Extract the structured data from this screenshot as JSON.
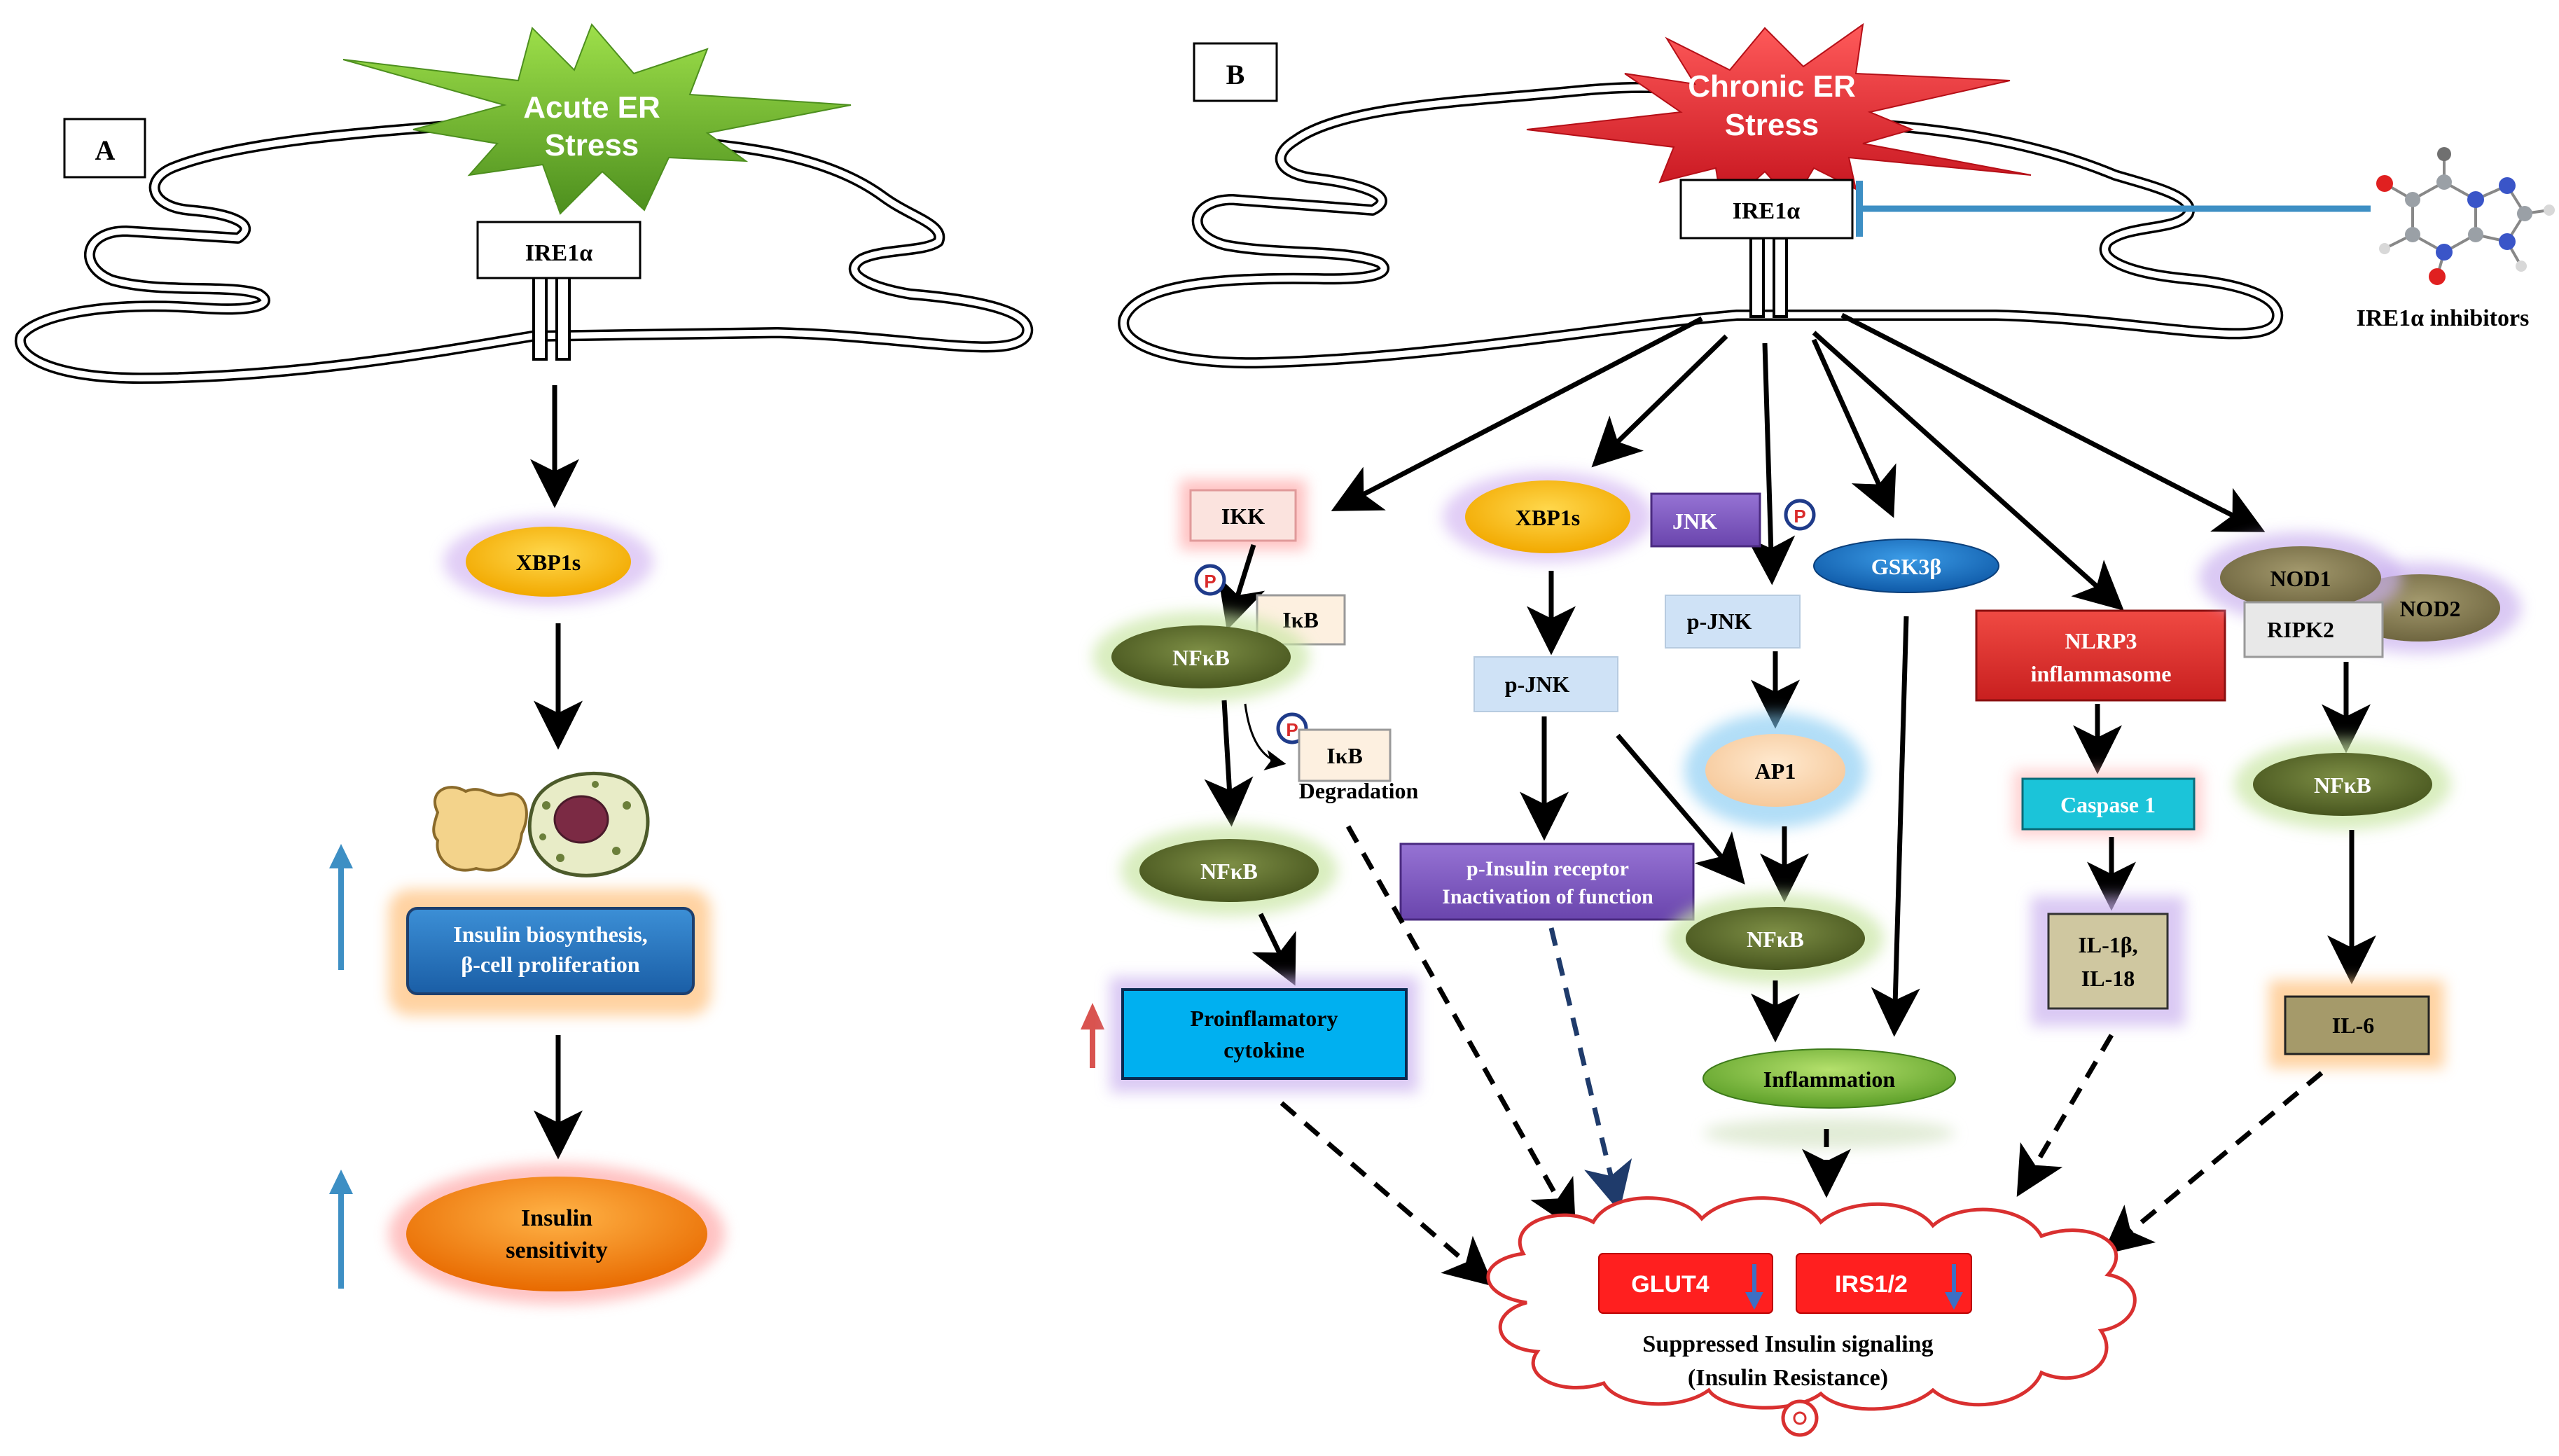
{
  "panel_a": {
    "label": "A",
    "stress": "Acute  ER Stress",
    "stress_line1": "Acute  ER",
    "stress_line2": "Stress",
    "ire1a": "IRE1α",
    "xbp1s": "XBP1s",
    "biosynthesis_line1": "Insulin biosynthesis,",
    "biosynthesis_line2": "β-cell proliferation",
    "sensitivity_line1": "Insulin",
    "sensitivity_line2": "sensitivity"
  },
  "panel_b": {
    "label": "B",
    "stress_line1": "Chronic ER",
    "stress_line2": "Stress",
    "ire1a": "IRE1α",
    "inhibitors": "IRE1α  inhibitors",
    "ikk": "IKK",
    "ikb": "IκB",
    "nfkb": "NFκB",
    "degradation": "Degradation",
    "phospho": "P",
    "proinflam_line1": "Proinflamatory",
    "proinflam_line2": "cytokine",
    "xbp1s": "XBP1s",
    "jnk": "JNK",
    "p_jnk": "p-JNK",
    "insulin_receptor_line1": "p-Insulin receptor",
    "insulin_receptor_line2": "Inactivation of function",
    "ap1": "AP1",
    "gsk3b": "GSK3β",
    "inflammation": "Inflammation",
    "nlrp3_line1": "NLRP3",
    "nlrp3_line2": "inflammasome",
    "caspase1": "Caspase  1",
    "il1b_line1": "IL-1β,",
    "il1b_line2": "IL-18",
    "nod1": "NOD1",
    "nod2": "NOD2",
    "ripk2": "RIPK2",
    "il6": "IL-6",
    "glut4": "GLUT4",
    "irs12": "IRS1/2",
    "suppressed_line1": "Suppressed Insulin signaling",
    "suppressed_line2": "(Insulin Resistance)"
  },
  "colors": {
    "blue_arrow": "#3d8fc4",
    "red_arrow": "#d9534f",
    "green_star": "#6fb52e",
    "red_star": "#e8202a",
    "xbp1s": "#ffc000",
    "nfkb": "#5b6b2e",
    "proinflam": "#00b0f0",
    "purple": "#7e57c2",
    "nlrp3": "#e0322f",
    "caspase": "#1bc4d9",
    "gsk3b": "#1f78c8",
    "inflammation": "#7fc241",
    "glut_irs": "#ff1f1f",
    "il_box": "#b5ad7f"
  }
}
